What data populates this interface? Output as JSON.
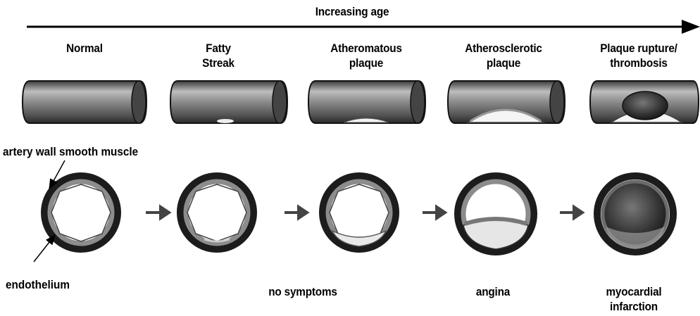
{
  "title": "Increasing age",
  "stages": [
    {
      "line1": "Normal",
      "line2": ""
    },
    {
      "line1": "Fatty",
      "line2": "Streak"
    },
    {
      "line1": "Atheromatous",
      "line2": "plaque"
    },
    {
      "line1": "Atherosclerotic",
      "line2": "plaque"
    },
    {
      "line1": "Plaque rupture/",
      "line2": "thrombosis"
    }
  ],
  "labels": {
    "muscle": "artery wall smooth muscle",
    "endothelium": "endothelium"
  },
  "outcomes": {
    "no_symptoms": "no symptoms",
    "angina": "angina",
    "mi_line1": "myocardial",
    "mi_line2": "infarction"
  }
}
